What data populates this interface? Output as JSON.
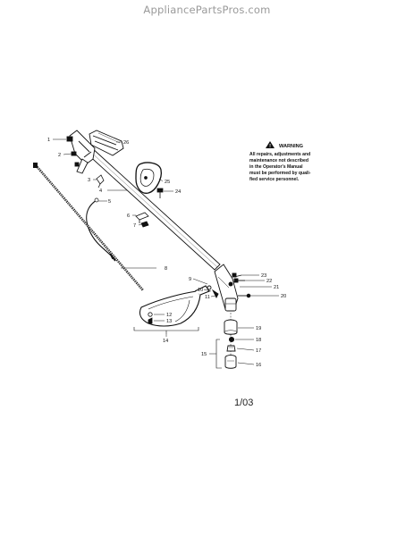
{
  "header": {
    "site": "AppliancePartsPros.com"
  },
  "warning": {
    "title": "WARNING",
    "lines": [
      "All repairs, adjustments and",
      "maintenance not described",
      "in the Operator's Manual",
      "must be performed by quali-",
      "fied service personnel."
    ]
  },
  "callouts": [
    "1",
    "2",
    "3",
    "4",
    "5",
    "6",
    "7",
    "8",
    "9",
    "10",
    "11",
    "12",
    "13",
    "14",
    "15",
    "16",
    "17",
    "18",
    "19",
    "20",
    "21",
    "22",
    "23",
    "24",
    "25",
    "26"
  ],
  "date_code": "1/03"
}
